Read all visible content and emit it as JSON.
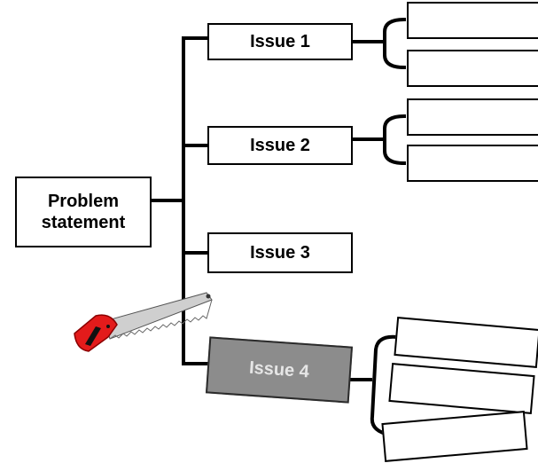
{
  "problem": {
    "label_line1": "Problem",
    "label_line2": "statement"
  },
  "issues": [
    {
      "label": "Issue 1",
      "branches": 2
    },
    {
      "label": "Issue 2",
      "branches": 2
    },
    {
      "label": "Issue 3",
      "branches": 0
    },
    {
      "label": "Issue 4",
      "branches": 3,
      "state": "cut"
    }
  ],
  "colors": {
    "line": "#000000",
    "box_fill": "#ffffff",
    "cut_box_fill": "#8c8c8c",
    "cut_box_text": "#e6e6e6",
    "saw_handle": "#e31b1b",
    "saw_blade": "#c8c8c8"
  },
  "icons": {
    "cutter": "saw-icon"
  }
}
